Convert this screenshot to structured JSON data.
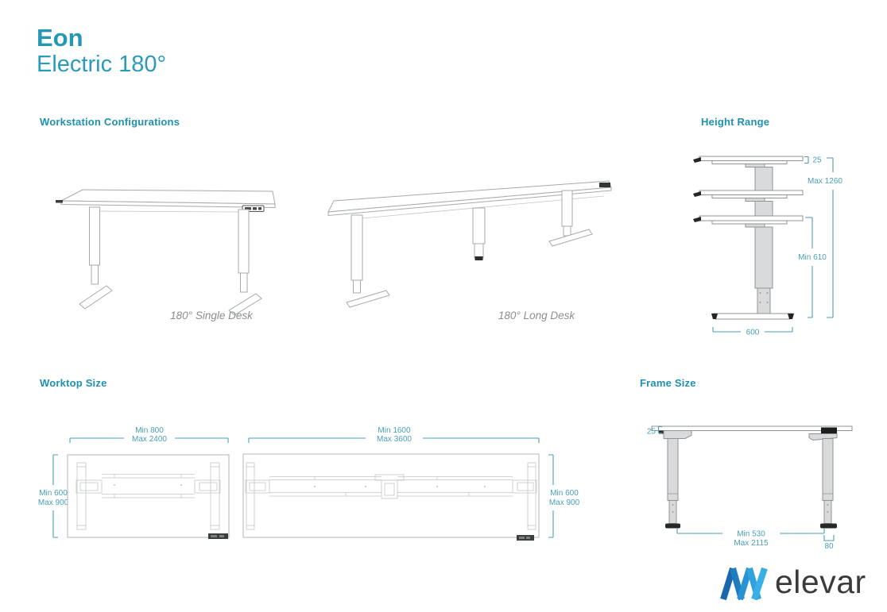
{
  "page": {
    "title": "Eon",
    "subtitle": "Electric 180°"
  },
  "colors": {
    "accent_teal": "#1f91b0",
    "dimension_teal": "#4a9fb5",
    "drawing_gray": "#a7aaac",
    "caption_gray": "#8b8e90",
    "logo_blue_dark": "#1b67ad",
    "logo_blue_light": "#38afe6",
    "logo_text_color": "#3b3b3d"
  },
  "sections": {
    "workstation": {
      "heading": "Workstation Configurations",
      "single_desk_caption": "180° Single Desk",
      "long_desk_caption": "180° Long Desk"
    },
    "height_range": {
      "heading": "Height Range",
      "top_thickness": "25",
      "max_height": "Max 1260",
      "min_height": "Min 610",
      "base_width": "600"
    },
    "worktop_size": {
      "heading": "Worktop Size",
      "single": {
        "width_min": "Min 800",
        "width_max": "Max 2400",
        "depth_min": "Min 600",
        "depth_max": "Max 900"
      },
      "long": {
        "width_min": "Min 1600",
        "width_max": "Max 3600",
        "depth_min": "Min 600",
        "depth_max": "Max 900"
      }
    },
    "frame_size": {
      "heading": "Frame Size",
      "top_thickness": "25",
      "width_min": "Min 530",
      "width_max": "Max 2115",
      "foot_width": "80"
    }
  },
  "footer": {
    "logo_text": "elevar",
    "logo_mark": "elevar-zigzag-mark"
  }
}
